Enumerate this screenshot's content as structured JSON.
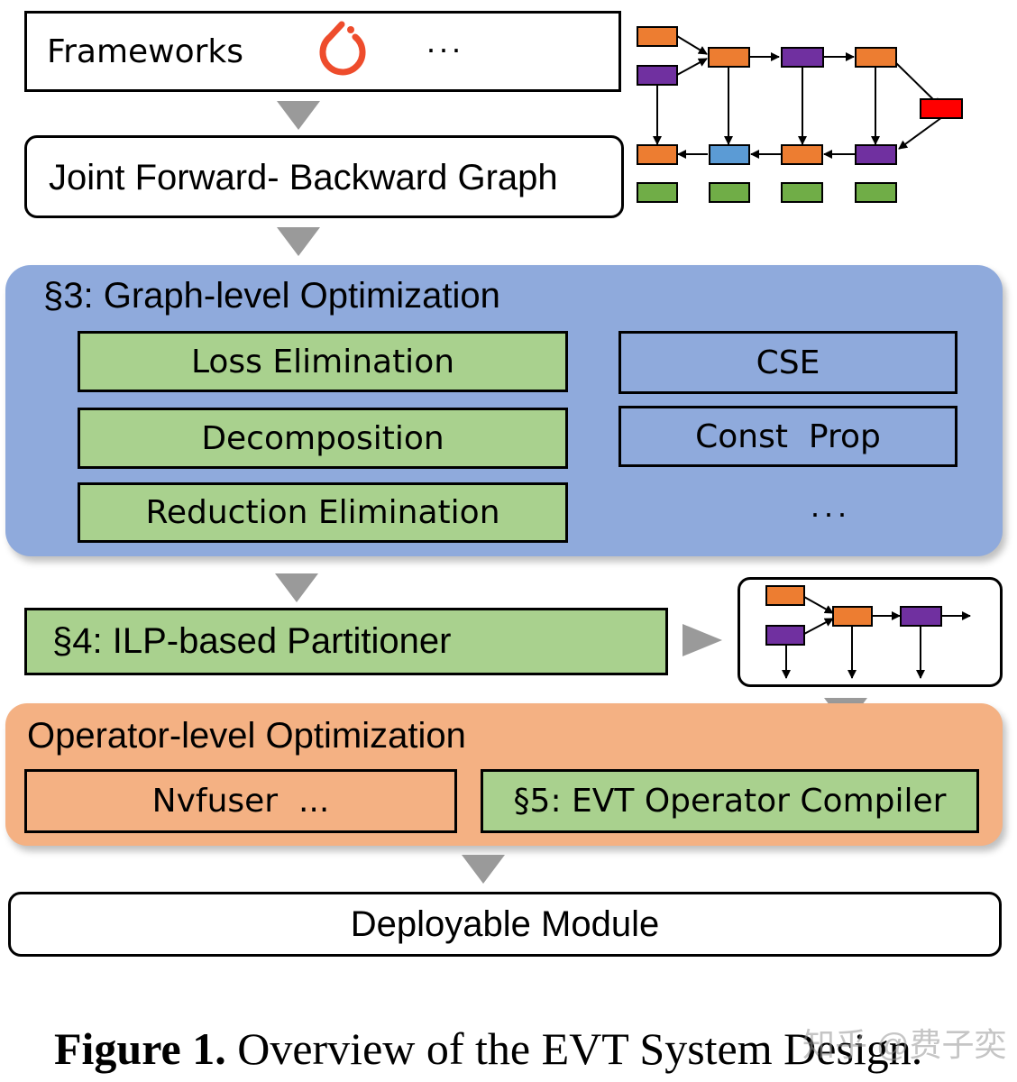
{
  "frameworks": {
    "label": "Frameworks",
    "ellipsis": "···",
    "logo_icon": "pytorch-flame-icon",
    "logo_color": "#ee4c2c"
  },
  "joint_graph": {
    "label": "Joint Forward- Backward Graph"
  },
  "graph_level": {
    "title": "§3: Graph-level Optimization",
    "passes_green": [
      "Loss Elimination",
      "Decomposition",
      "Reduction Elimination"
    ],
    "passes_blue": [
      "CSE",
      "Const  Prop"
    ],
    "ellipsis": "···"
  },
  "partitioner": {
    "label": "§4: ILP-based Partitioner"
  },
  "operator_level": {
    "title": "Operator-level Optimization",
    "nvfuser": "Nvfuser  ...",
    "evt": "§5: EVT Operator Compiler"
  },
  "deploy": {
    "label": "Deployable Module"
  },
  "caption": {
    "figure_label": "Figure 1.",
    "text": " Overview of the EVT System Design."
  },
  "watermark": "知乎 @费子奕",
  "colors": {
    "node_orange": "#ed7d31",
    "node_purple": "#7030a0",
    "node_red": "#ff0000",
    "node_blue": "#5b9bd5",
    "node_green": "#70ad47",
    "panel_blue": "#8faadc",
    "panel_orange": "#f4b183",
    "box_green": "#a9d18e",
    "arrow_gray": "#9a9a9a"
  }
}
